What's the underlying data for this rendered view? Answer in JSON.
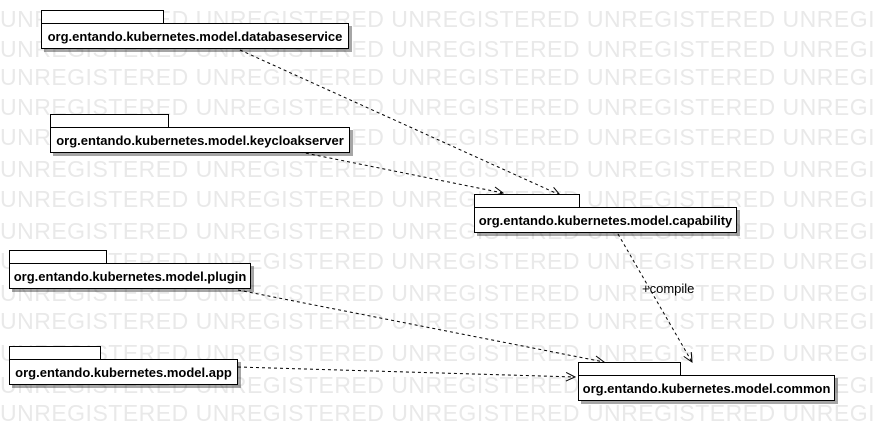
{
  "watermark_text": "UNREGISTERED",
  "colors": {
    "line": "#000000",
    "watermark": "#e9e9e9",
    "background": "#ffffff"
  },
  "packages": {
    "databaseservice": "org.entando.kubernetes.model.databaseservice",
    "keycloakserver": "org.entando.kubernetes.model.keycloakserver",
    "capability": "org.entando.kubernetes.model.capability",
    "plugin": "org.entando.kubernetes.model.plugin",
    "app": "org.entando.kubernetes.model.app",
    "common": "org.entando.kubernetes.model.common"
  },
  "dependencies": [
    {
      "from": "databaseservice",
      "to": "capability",
      "label": ""
    },
    {
      "from": "keycloakserver",
      "to": "capability",
      "label": ""
    },
    {
      "from": "capability",
      "to": "common",
      "label": "+compile"
    },
    {
      "from": "plugin",
      "to": "common",
      "label": ""
    },
    {
      "from": "app",
      "to": "common",
      "label": ""
    }
  ]
}
